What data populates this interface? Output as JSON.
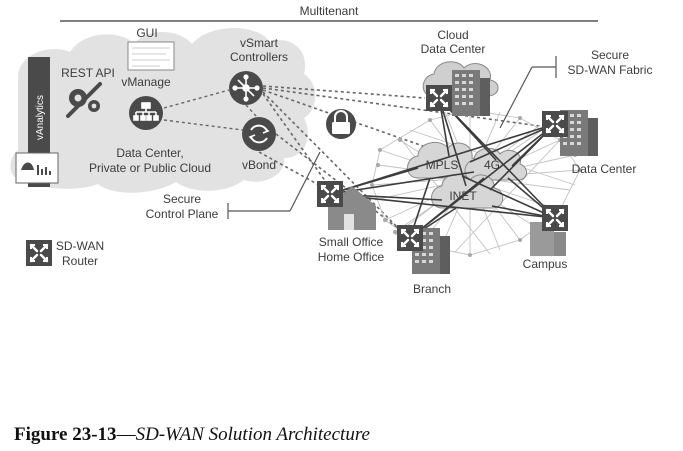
{
  "diagram": {
    "multitenant": "Multitenant",
    "gui": "GUI",
    "rest_api": "REST API",
    "vmanage": "vManage",
    "vanalytics": "vAnalytics",
    "dc_line1": "Data Center,",
    "dc_line2": "Private or Public Cloud",
    "vsmart_line1": "vSmart",
    "vsmart_line2": "Controllers",
    "vbond": "vBond",
    "control_line1": "Secure",
    "control_line2": "Control Plane",
    "cloud_dc_line1": "Cloud",
    "cloud_dc_line2": "Data Center",
    "fabric_line1": "Secure",
    "fabric_line2": "SD-WAN Fabric",
    "mpls": "MPLS",
    "lte": "4G",
    "inet": "INET",
    "data_center": "Data Center",
    "soho_line1": "Small Office",
    "soho_line2": "Home Office",
    "branch": "Branch",
    "campus": "Campus",
    "legend_line1": "SD-WAN",
    "legend_line2": "Router"
  },
  "caption": {
    "number": "Figure 23-13",
    "separator": "—",
    "title": "SD-WAN Solution Architecture"
  },
  "colors": {
    "cloud_fill": "#e2e2e2",
    "node_dark": "#4a4a4a",
    "building": "#777777",
    "mesh_line": "#bdbdbd",
    "text": "#3c3c3c"
  }
}
